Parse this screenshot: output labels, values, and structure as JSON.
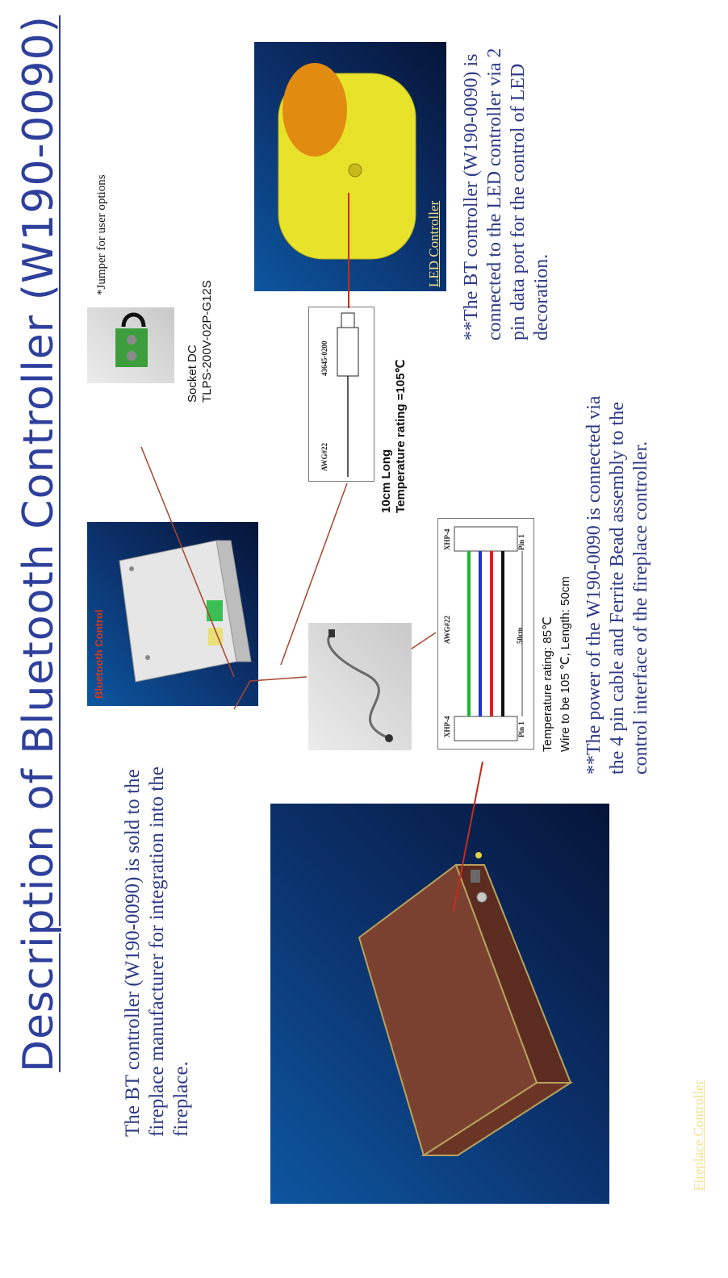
{
  "title": "Description of Bluetooth Controller (W190-0090)",
  "intro_text": "The BT controller (W190-0090) is sold to the fireplace manufacturer for integration into the fireplace.",
  "fireplace_label": "Fireplace Controller",
  "bluetooth_label": "Bluetooth Control",
  "led_label": "LED Controller",
  "jumper_note": "*Jumper for user options",
  "socket": {
    "line1": "Socket DC",
    "line2": "TLPS-200V-02P-G12S"
  },
  "led_cable": {
    "awg": "AWG#22",
    "part": "43645-0200",
    "length": "10cm Long",
    "rating": "Temperature rating =105℃"
  },
  "power_cable": {
    "connector_left": "XHP-4",
    "connector_right": "XHP-4",
    "pin_left": "Pin 1",
    "pin_right": "Pin 1",
    "awg": "AWG#22",
    "length_mark": "50cm",
    "rating": "Temperature rating: 85℃",
    "wire_note": "Wire to be 105 ℃, Length: 50cm",
    "wire_colors": [
      "#1fb431",
      "#1f33c8",
      "#e21d1d",
      "#111111"
    ]
  },
  "power_description": "**The power of the W190-0090 is connected via the 4 pin cable and Ferrite Bead assembly to the control interface of the fireplace controller.",
  "led_description": "**The BT controller (W190-0090) is connected to the LED controller via 2 pin data port for the control of LED decoration.",
  "colors": {
    "title": "#2e3f9c",
    "text": "#2e3a86",
    "panel_dark": "#061538",
    "panel_light": "#0d56a0",
    "link_line": "#c62b1c"
  }
}
